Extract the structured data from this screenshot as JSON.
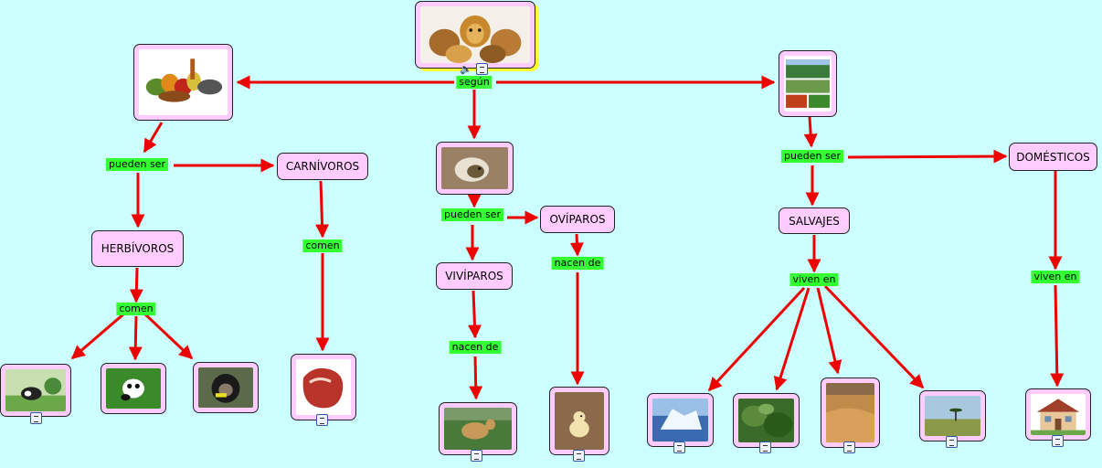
{
  "concepts": {
    "carnivoros": "CARNÍVOROS",
    "herbivoros": "HERBÍVOROS",
    "oviparos": "OVÍPAROS",
    "viviparos": "VIVÍPAROS",
    "salvajes": "SALVAJES",
    "domesticos": "DOMÉSTICOS"
  },
  "links": {
    "segun": "según",
    "pueden_ser_food": "pueden ser",
    "comen_herb": "comen",
    "comen_carn": "comen",
    "pueden_ser_birth": "pueden ser",
    "nacen_de_viv": "nacen de",
    "nacen_de_ovi": "nacen de",
    "pueden_ser_hab": "pueden ser",
    "viven_en_salv": "viven en",
    "viven_en_dom": "viven  en"
  },
  "images": {
    "root": "animals-group-image",
    "food": "food-image",
    "birth": "hatching-egg-image",
    "habitat": "landscape-image",
    "cow": "cow-image",
    "panda": "panda-image",
    "chimp": "chimpanzee-image",
    "meat": "meat-image",
    "calf": "newborn-animal-image",
    "chick": "chick-image",
    "iceberg": "polar-habitat-image",
    "jungle": "jungle-habitat-image",
    "desert": "desert-habitat-image",
    "savanna": "savanna-habitat-image",
    "house": "house-image"
  },
  "colors": {
    "background": "#ccffff",
    "node": "#ffccff",
    "link": "#33ff33",
    "arrow": "#ee0000"
  }
}
